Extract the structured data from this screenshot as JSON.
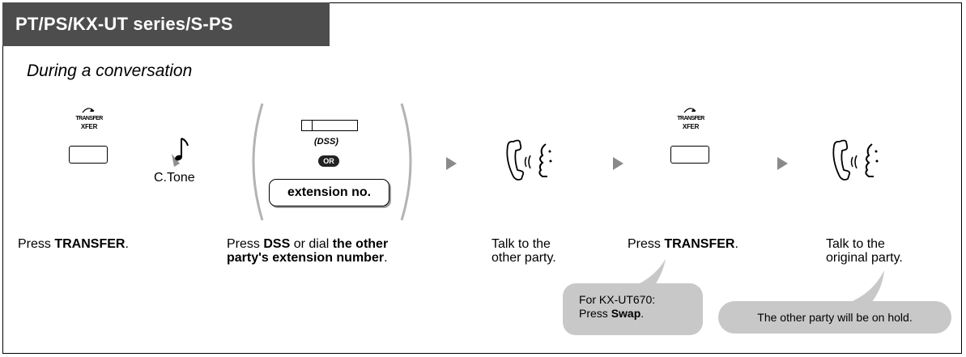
{
  "header": {
    "tab_title": "PT/PS/KX-UT series/S-PS"
  },
  "subtitle": "During a conversation",
  "step1": {
    "key_top_line1": "TRANSFER",
    "key_top_line2": "XFER",
    "caption_pre": "Press ",
    "caption_bold": "TRANSFER",
    "caption_post": "."
  },
  "tone": {
    "label": "C.Tone"
  },
  "step2": {
    "dss_label": "(DSS)",
    "or_label": "OR",
    "ext_label": "extension no.",
    "caption_pre": "Press ",
    "caption_bold1": "DSS",
    "caption_mid": " or dial ",
    "caption_bold2": "the other",
    "caption_bold3": "party's extension number",
    "caption_post": "."
  },
  "step3": {
    "caption_line1": "Talk to the",
    "caption_line2": "other party."
  },
  "step4": {
    "key_top_line1": "TRANSFER",
    "key_top_line2": "XFER",
    "caption_pre": "Press ",
    "caption_bold": "TRANSFER",
    "caption_post": "."
  },
  "step5": {
    "caption_line1": "Talk to the",
    "caption_line2": "original party."
  },
  "note1": {
    "line1": "For KX-UT670:",
    "line2_pre": "Press ",
    "line2_bold": "Swap",
    "line2_post": "."
  },
  "note2": {
    "text": "The other party will be on hold."
  },
  "icons": [
    "transfer-arrow-icon",
    "music-note-icon",
    "talk-handset-icon",
    "play-arrow-icon"
  ],
  "colors": {
    "tab_bg": "#4d4d4d",
    "arrow": "#8a8a8a",
    "bubble": "#c8c8c8"
  }
}
